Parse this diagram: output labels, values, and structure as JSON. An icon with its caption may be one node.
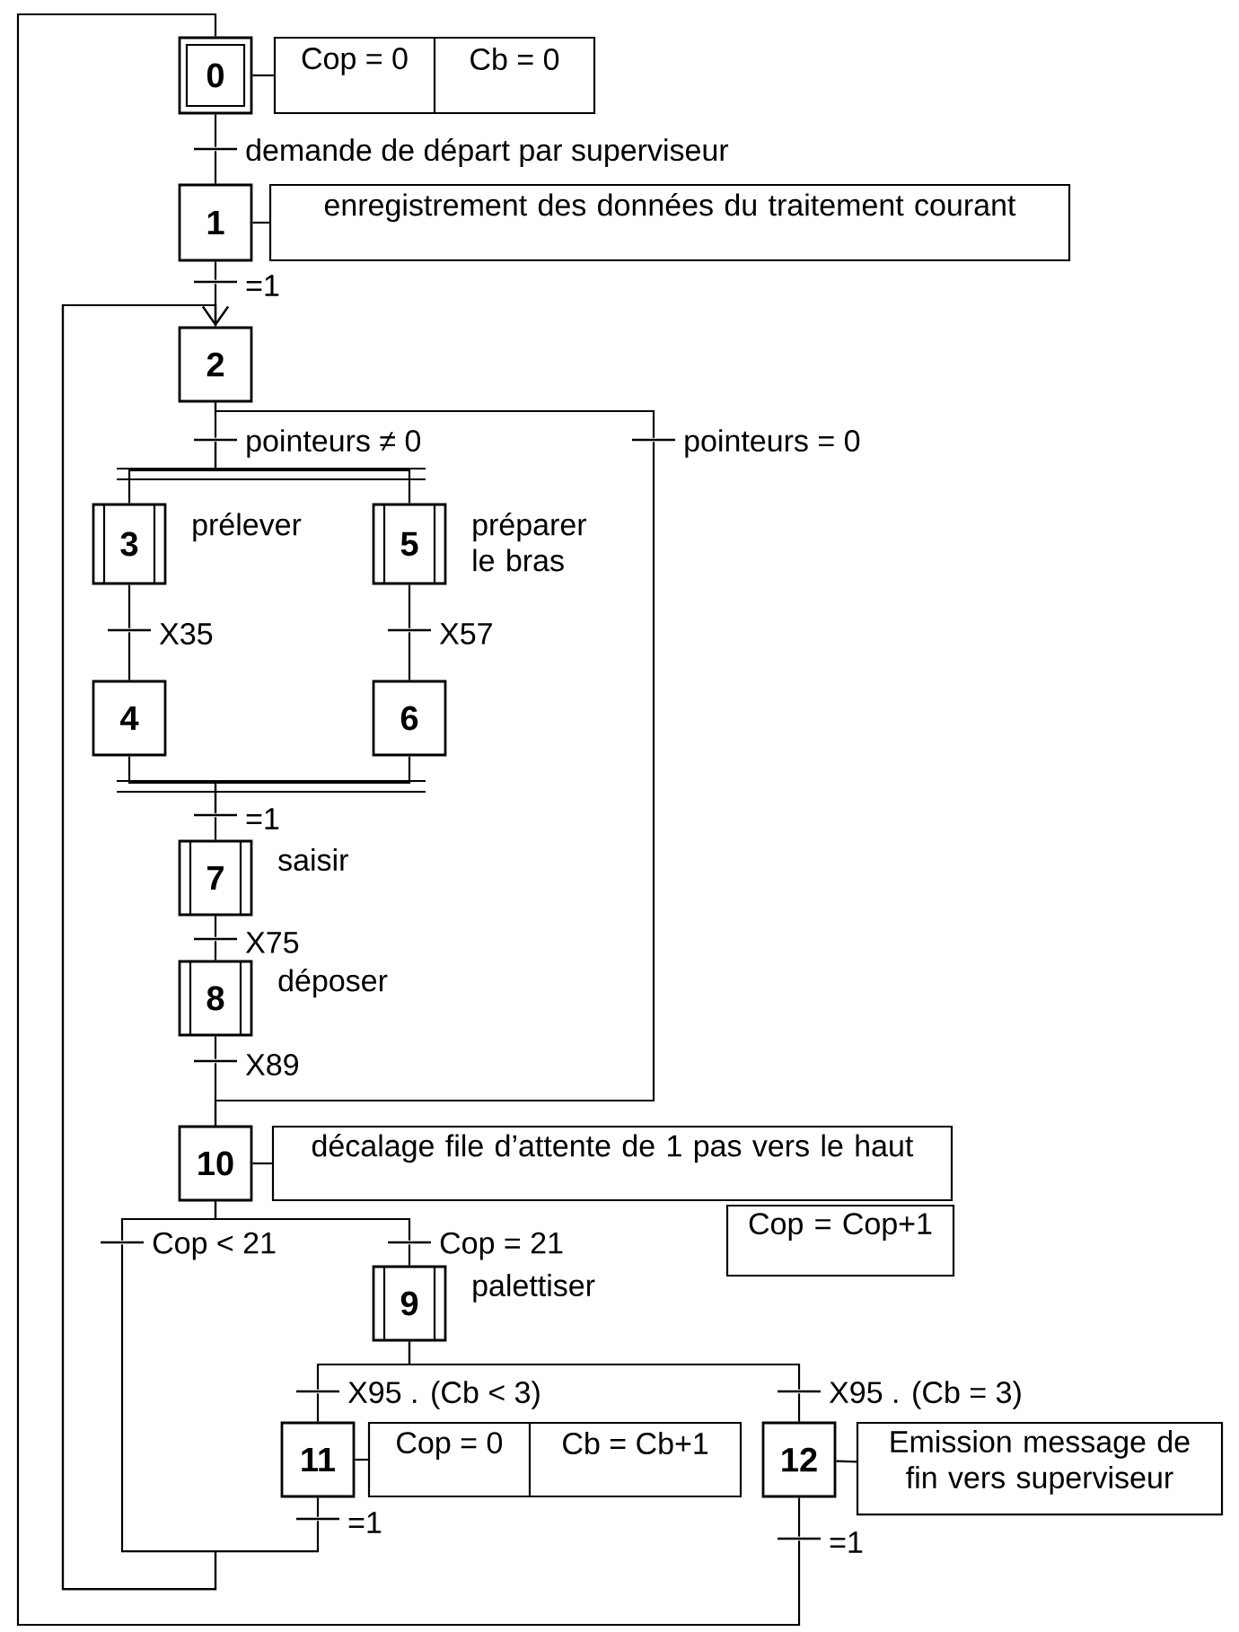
{
  "diagram": {
    "nodes": [
      {
        "text": [
          "0"
        ]
      },
      {
        "text": [
          "Cop = 0",
          "Cb = 0"
        ]
      },
      {
        "text": [
          "demande de départ par superviseur"
        ]
      },
      {
        "text": [
          "1"
        ]
      },
      {
        "text": [
          "enregistrement des données du traitement courant"
        ]
      },
      {
        "text": [
          "=1"
        ]
      },
      {
        "text": [
          "2"
        ]
      },
      {
        "text": [
          "pointeurs ≠ 0"
        ]
      },
      {
        "text": [
          "pointeurs = 0"
        ]
      },
      {
        "text": [
          "3"
        ],
        "beside": [
          "prélever"
        ]
      },
      {
        "text": [
          "5"
        ],
        "beside": [
          "préparer le bras"
        ]
      },
      {
        "text": [
          "X35"
        ]
      },
      {
        "text": [
          "X57"
        ]
      },
      {
        "text": [
          "4"
        ]
      },
      {
        "text": [
          "6"
        ]
      },
      {
        "text": [
          "=1"
        ]
      },
      {
        "text": [
          "7"
        ],
        "beside": [
          "saisir"
        ]
      },
      {
        "text": [
          "X75"
        ]
      },
      {
        "text": [
          "8"
        ],
        "beside": [
          "déposer"
        ]
      },
      {
        "text": [
          "X89"
        ]
      },
      {
        "text": [
          "10"
        ]
      },
      {
        "text": [
          "décalage file d’attente de 1 pas vers le haut"
        ]
      },
      {
        "text": [
          "Cop = Cop+1"
        ]
      },
      {
        "text": [
          "Cop < 21"
        ]
      },
      {
        "text": [
          "Cop = 21"
        ]
      },
      {
        "text": [
          "9"
        ],
        "beside": [
          "palettiser"
        ]
      },
      {
        "text": [
          "X95 . (Cb < 3)"
        ]
      },
      {
        "text": [
          "X95 . (Cb = 3)"
        ]
      },
      {
        "text": [
          "11"
        ]
      },
      {
        "text": [
          "Cop = 0",
          "Cb = Cb+1"
        ]
      },
      {
        "text": [
          "12"
        ]
      },
      {
        "text": [
          "Emission message de fin vers superviseur"
        ]
      },
      {
        "text": [
          "=1"
        ]
      },
      {
        "text": [
          "=1"
        ]
      }
    ],
    "edges": [
      {
        "from": 0,
        "to": 1,
        "arrow": "none"
      },
      {
        "from": 0,
        "to": 2,
        "arrow": "none"
      },
      {
        "from": 2,
        "to": 3,
        "arrow": "none"
      },
      {
        "from": 3,
        "to": 4,
        "arrow": "none"
      },
      {
        "from": 3,
        "to": 5,
        "arrow": "none"
      },
      {
        "from": 5,
        "to": 6,
        "arrow": "none"
      },
      {
        "from": 6,
        "to": 7,
        "arrow": "none"
      },
      {
        "from": 6,
        "to": 8,
        "arrow": "none"
      },
      {
        "from": 7,
        "to": 9,
        "arrow": "none"
      },
      {
        "from": 7,
        "to": 10,
        "arrow": "none"
      },
      {
        "from": 9,
        "to": 11,
        "arrow": "none"
      },
      {
        "from": 11,
        "to": 13,
        "arrow": "none"
      },
      {
        "from": 10,
        "to": 12,
        "arrow": "none"
      },
      {
        "from": 12,
        "to": 14,
        "arrow": "none"
      },
      {
        "from": 13,
        "to": 15,
        "arrow": "none"
      },
      {
        "from": 14,
        "to": 15,
        "arrow": "none"
      },
      {
        "from": 15,
        "to": 16,
        "arrow": "none"
      },
      {
        "from": 16,
        "to": 17,
        "arrow": "none"
      },
      {
        "from": 17,
        "to": 18,
        "arrow": "none"
      },
      {
        "from": 18,
        "to": 19,
        "arrow": "none"
      },
      {
        "from": 19,
        "to": 20,
        "arrow": "none"
      },
      {
        "from": 8,
        "to": 20,
        "arrow": "none"
      },
      {
        "from": 20,
        "to": 21,
        "arrow": "none"
      },
      {
        "from": 20,
        "to": 23,
        "arrow": "none"
      },
      {
        "from": 20,
        "to": 24,
        "arrow": "none"
      },
      {
        "from": 24,
        "to": 25,
        "arrow": "none"
      },
      {
        "from": 25,
        "to": 26,
        "arrow": "none"
      },
      {
        "from": 25,
        "to": 27,
        "arrow": "none"
      },
      {
        "from": 26,
        "to": 28,
        "arrow": "none"
      },
      {
        "from": 27,
        "to": 30,
        "arrow": "none"
      },
      {
        "from": 28,
        "to": 29,
        "arrow": "none"
      },
      {
        "from": 30,
        "to": 31,
        "arrow": "none"
      },
      {
        "from": 28,
        "to": 32,
        "arrow": "none"
      },
      {
        "from": 30,
        "to": 33,
        "arrow": "none"
      },
      {
        "from": 32,
        "to": 6,
        "arrow": "to"
      },
      {
        "from": 23,
        "to": 6,
        "arrow": "to"
      },
      {
        "from": 33,
        "to": 0,
        "arrow": "none"
      }
    ]
  }
}
